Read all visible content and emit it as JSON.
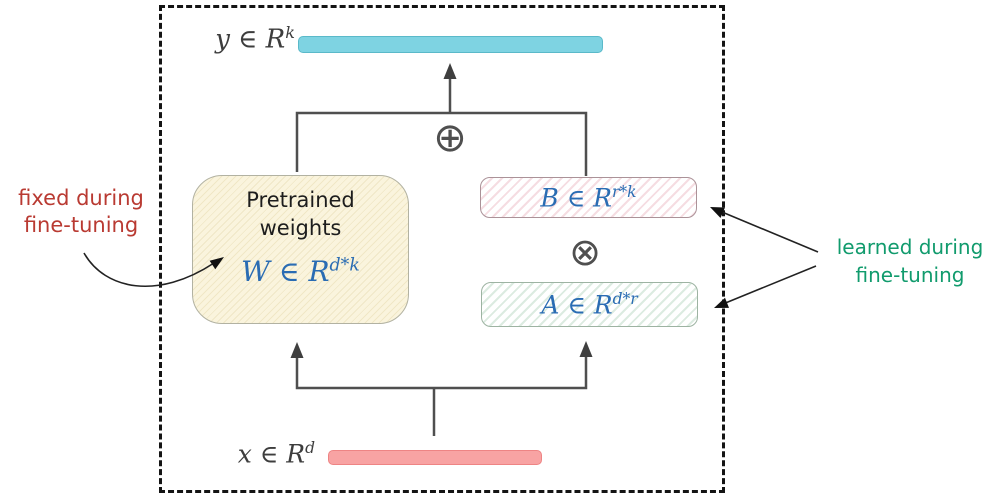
{
  "diagram": {
    "output": {
      "label_base": "y ∈ R",
      "label_sup": "k"
    },
    "input": {
      "label_base": "x ∈ R",
      "label_sup": "d"
    },
    "pretrained": {
      "title_line1": "Pretrained",
      "title_line2": "weights",
      "label_base": "W ∈ R",
      "label_sup": "d*k"
    },
    "lora_b": {
      "label_base": "B ∈ R",
      "label_sup": "r*k"
    },
    "lora_a": {
      "label_base": "A ∈ R",
      "label_sup": "d*r"
    },
    "operators": {
      "add": "⊕",
      "multiply": "⊗"
    },
    "annotations": {
      "fixed": {
        "line1": "fixed during",
        "line2": "fine-tuning"
      },
      "learned": {
        "line1": "learned during",
        "line2": "fine-tuning"
      }
    },
    "colors": {
      "output_bar": "#7ed3e2",
      "output_bar_border": "#5ab9c9",
      "input_bar": "#f8a3a3",
      "input_bar_border": "#ee8484",
      "math_blue": "#2a6cb3",
      "annotation_red": "#b93a32",
      "annotation_green": "#119b6d",
      "connector_gray": "#4f4f4f",
      "pretrained_fill": "#faf4dd"
    }
  }
}
